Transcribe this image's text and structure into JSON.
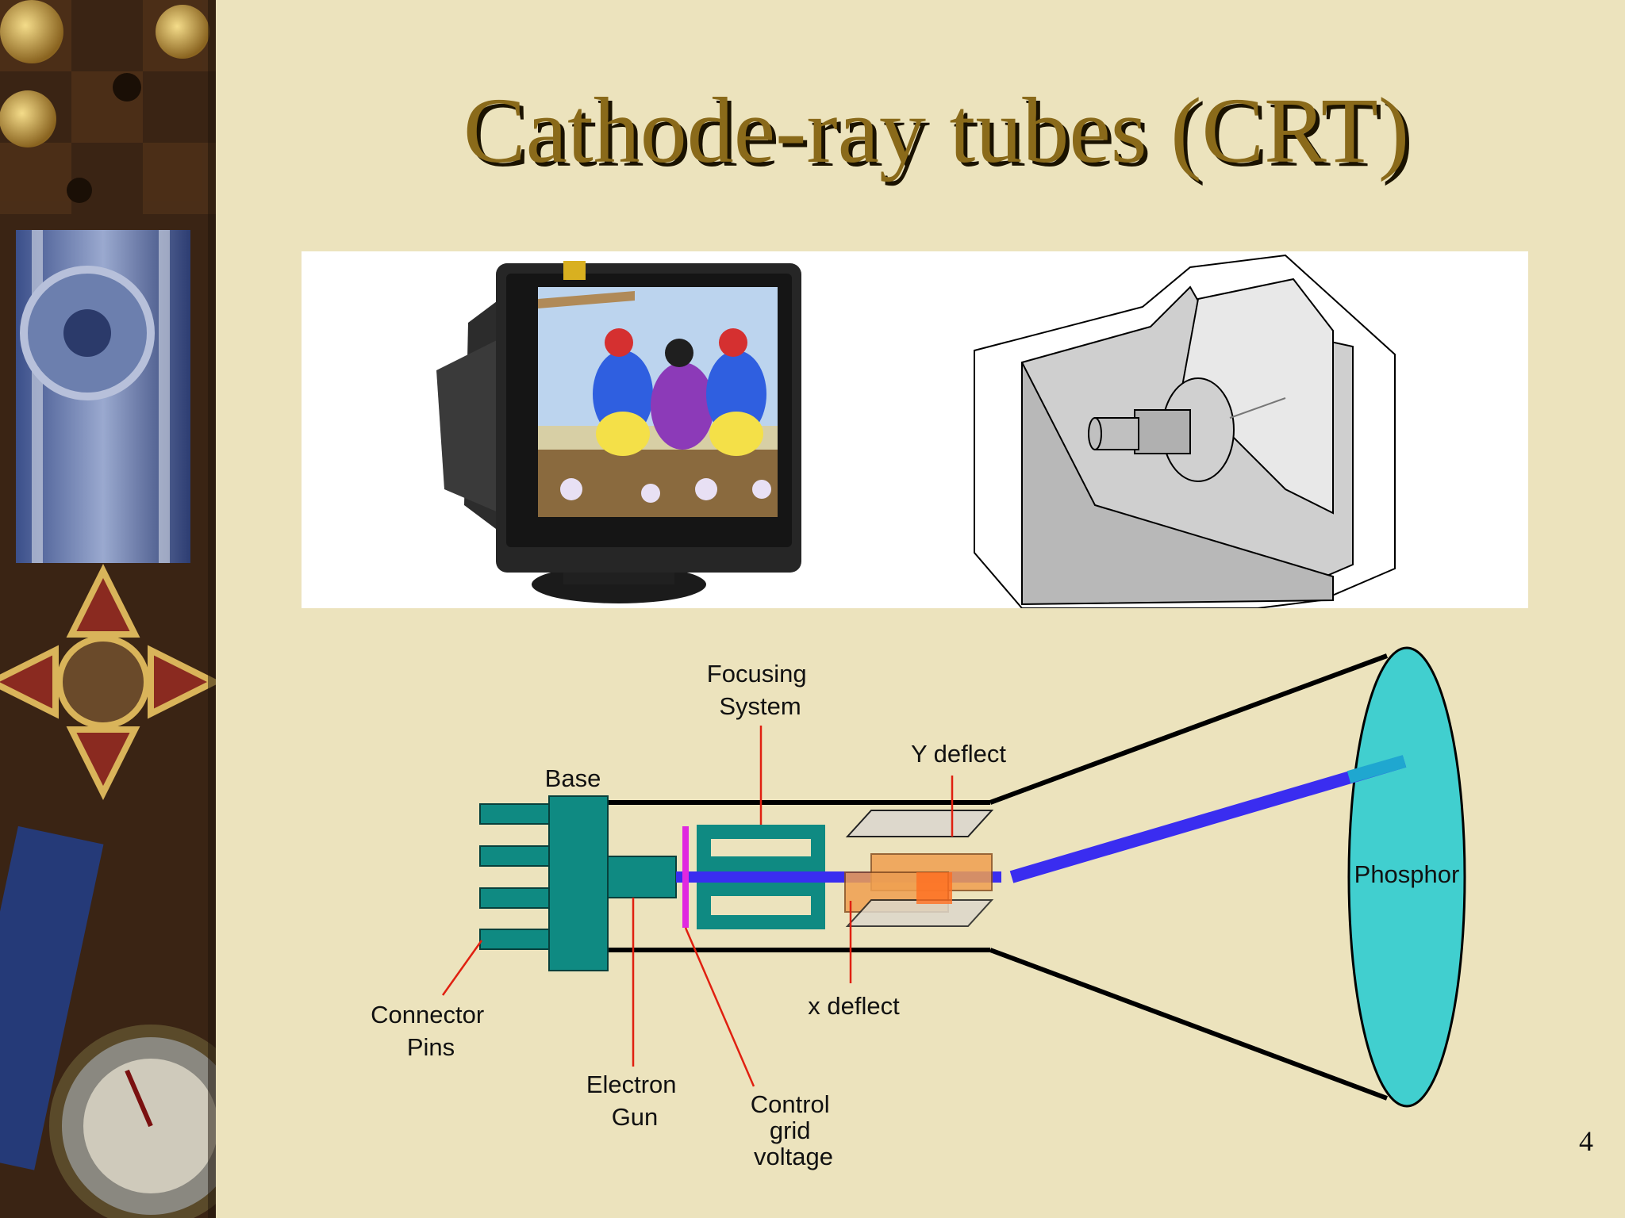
{
  "slide": {
    "title": "Cathode-ray tubes (CRT)",
    "page_number": "4"
  },
  "diagram": {
    "labels": {
      "focusing_system": [
        "Focusing",
        "System"
      ],
      "base": "Base",
      "y_deflect": "Y deflect",
      "phosphor": "Phosphor",
      "connector_pins": [
        "Connector",
        "Pins"
      ],
      "x_deflect": "x deflect",
      "electron_gun": [
        "Electron",
        "Gun"
      ],
      "control_grid_voltage": [
        "Control",
        "grid",
        "voltage"
      ]
    },
    "colors": {
      "teal": "#0f8a82",
      "beam": "#3a2df0",
      "grid": "#e028e0",
      "phosphor": "#41cfcf",
      "plate": "#f0a050",
      "leader": "#e02010"
    }
  },
  "images": {
    "monitor": "crt-monitor-photo",
    "cutaway": "crt-cutaway-illustration"
  }
}
